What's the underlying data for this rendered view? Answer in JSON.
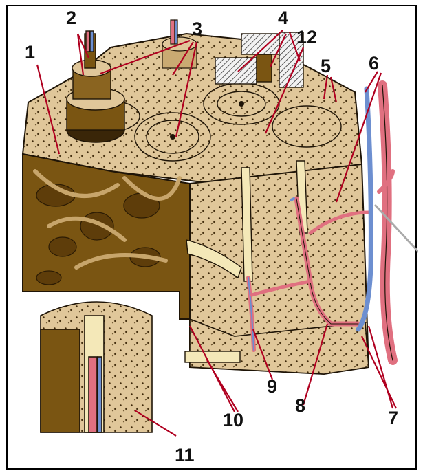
{
  "diagram": {
    "labels": [
      "1",
      "2",
      "3",
      "4",
      "5",
      "6",
      "7",
      "8",
      "9",
      "10",
      "11",
      "12"
    ]
  },
  "colors": {
    "bone_light": "#e0c79a",
    "bone_dark": "#7a5512",
    "spongy_dark": "#5e3d0a",
    "artery": "#e07080",
    "vein": "#6d8fd0",
    "canal": "#f4e8b8",
    "outline": "#1e1407",
    "leader_line": "#b00020"
  }
}
